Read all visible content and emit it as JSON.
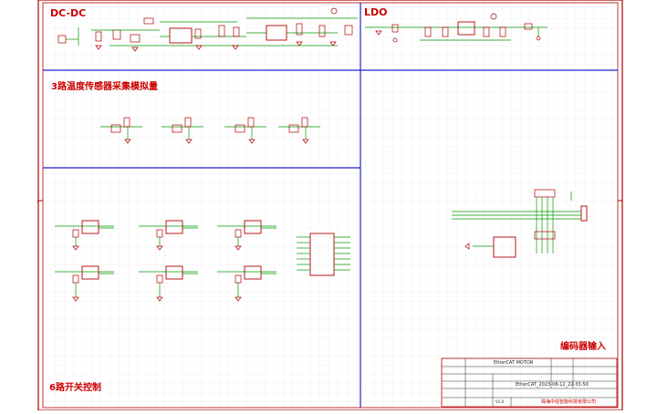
{
  "sections": {
    "dcdc": "DC-DC",
    "ldo": "LDO",
    "temp": "3路温度传感器采集模拟量",
    "switch": "6路开关控制",
    "encoder": "编码器输入"
  },
  "title_block": {
    "project": "EtherCAT MOTOR",
    "sheet": "EtherCAT_2023-08-12_22-33-50",
    "company": "珠海中信智能科技有限公司",
    "version": "V1.0"
  },
  "colors": {
    "frame": "#b20000",
    "section_line": "#2222cc",
    "grid": "#e4e4e4",
    "wire": "#009900",
    "component": "#b20000",
    "label_text": "#cc0000"
  }
}
